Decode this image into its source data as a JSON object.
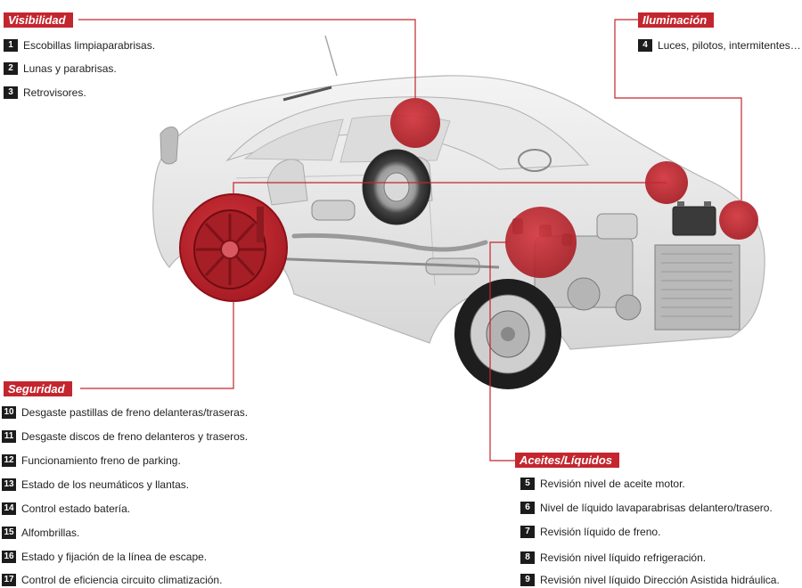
{
  "sections": {
    "visibilidad": {
      "title": "Visibilidad",
      "items": [
        {
          "num": "1",
          "text": "Escobillas limpiaparabrisas."
        },
        {
          "num": "2",
          "text": "Lunas y parabrisas."
        },
        {
          "num": "3",
          "text": "Retrovisores."
        }
      ]
    },
    "iluminacion": {
      "title": "Iluminación",
      "items": [
        {
          "num": "4",
          "text": "Luces, pilotos, intermitentes…"
        }
      ]
    },
    "seguridad": {
      "title": "Seguridad",
      "items": [
        {
          "num": "10",
          "text": "Desgaste pastillas de freno delanteras/traseras."
        },
        {
          "num": "11",
          "text": "Desgaste discos de freno delanteros y traseros."
        },
        {
          "num": "12",
          "text": "Funcionamiento freno de parking."
        },
        {
          "num": "13",
          "text": "Estado de los neumáticos y llantas."
        },
        {
          "num": "14",
          "text": "Control estado batería."
        },
        {
          "num": "15",
          "text": "Alfombrillas."
        },
        {
          "num": "16",
          "text": "Estado y fijación de la línea de escape."
        },
        {
          "num": "17",
          "text": "Control de eficiencia circuito climatización."
        }
      ]
    },
    "aceites": {
      "title": "Aceites/Líquidos",
      "items": [
        {
          "num": "5",
          "text": "Revisión nivel de aceite motor."
        },
        {
          "num": "6",
          "text": "Nivel de líquido lavaparabrisas delantero/trasero."
        },
        {
          "num": "7",
          "text": "Revisión líquido de freno."
        },
        {
          "num": "8",
          "text": "Revisión nivel líquido refrigeración."
        },
        {
          "num": "9",
          "text": "Revisión nivel líquido Dirección Asistida hidráulica."
        }
      ]
    }
  },
  "colors": {
    "accent": "#c4262e",
    "number_box": "#1c1c1c",
    "text": "#222222"
  }
}
